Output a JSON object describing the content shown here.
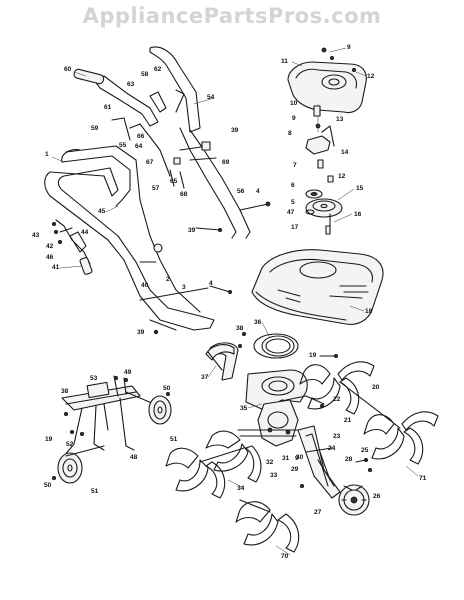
{
  "watermark": "AppliancePartsPros.com",
  "callouts": [
    {
      "id": "c1",
      "label": "1"
    },
    {
      "id": "c2",
      "label": "2"
    },
    {
      "id": "c3",
      "label": "3"
    },
    {
      "id": "c4a",
      "label": "4"
    },
    {
      "id": "c4b",
      "label": "4"
    },
    {
      "id": "c5",
      "label": "5"
    },
    {
      "id": "c6",
      "label": "6"
    },
    {
      "id": "c7",
      "label": "7"
    },
    {
      "id": "c8",
      "label": "8"
    },
    {
      "id": "c9a",
      "label": "9"
    },
    {
      "id": "c9b",
      "label": "9"
    },
    {
      "id": "c9c",
      "label": "9"
    },
    {
      "id": "c10",
      "label": "10"
    },
    {
      "id": "c11",
      "label": "11"
    },
    {
      "id": "c12a",
      "label": "12"
    },
    {
      "id": "c12b",
      "label": "12"
    },
    {
      "id": "c13",
      "label": "13"
    },
    {
      "id": "c14",
      "label": "14"
    },
    {
      "id": "c15",
      "label": "15"
    },
    {
      "id": "c16",
      "label": "16"
    },
    {
      "id": "c17",
      "label": "17"
    },
    {
      "id": "c18",
      "label": "18"
    },
    {
      "id": "c19a",
      "label": "19"
    },
    {
      "id": "c19b",
      "label": "19"
    },
    {
      "id": "c20",
      "label": "20"
    },
    {
      "id": "c21",
      "label": "21"
    },
    {
      "id": "c22",
      "label": "22"
    },
    {
      "id": "c23",
      "label": "23"
    },
    {
      "id": "c24",
      "label": "24"
    },
    {
      "id": "c25",
      "label": "25"
    },
    {
      "id": "c26",
      "label": "26"
    },
    {
      "id": "c27",
      "label": "27"
    },
    {
      "id": "c28",
      "label": "28"
    },
    {
      "id": "c29",
      "label": "29"
    },
    {
      "id": "c30",
      "label": "30"
    },
    {
      "id": "c31",
      "label": "31"
    },
    {
      "id": "c32",
      "label": "32"
    },
    {
      "id": "c33",
      "label": "33"
    },
    {
      "id": "c34",
      "label": "34"
    },
    {
      "id": "c35",
      "label": "35"
    },
    {
      "id": "c36",
      "label": "36"
    },
    {
      "id": "c37",
      "label": "37"
    },
    {
      "id": "c38a",
      "label": "38"
    },
    {
      "id": "c38b",
      "label": "38"
    },
    {
      "id": "c39a",
      "label": "39"
    },
    {
      "id": "c39b",
      "label": "39"
    },
    {
      "id": "c39c",
      "label": "39"
    },
    {
      "id": "c40",
      "label": "40"
    },
    {
      "id": "c41",
      "label": "41"
    },
    {
      "id": "c42",
      "label": "42"
    },
    {
      "id": "c43",
      "label": "43"
    },
    {
      "id": "c44",
      "label": "44"
    },
    {
      "id": "c45",
      "label": "45"
    },
    {
      "id": "c46",
      "label": "46"
    },
    {
      "id": "c47",
      "label": "47"
    },
    {
      "id": "c48",
      "label": "48"
    },
    {
      "id": "c49",
      "label": "49"
    },
    {
      "id": "c50a",
      "label": "50"
    },
    {
      "id": "c50b",
      "label": "50"
    },
    {
      "id": "c51a",
      "label": "51"
    },
    {
      "id": "c51b",
      "label": "51"
    },
    {
      "id": "c52",
      "label": "52"
    },
    {
      "id": "c53",
      "label": "53"
    },
    {
      "id": "c54",
      "label": "54"
    },
    {
      "id": "c55",
      "label": "55"
    },
    {
      "id": "c56",
      "label": "56"
    },
    {
      "id": "c57",
      "label": "57"
    },
    {
      "id": "c58",
      "label": "58"
    },
    {
      "id": "c59",
      "label": "59"
    },
    {
      "id": "c60",
      "label": "60"
    },
    {
      "id": "c61",
      "label": "61"
    },
    {
      "id": "c62",
      "label": "62"
    },
    {
      "id": "c63",
      "label": "63"
    },
    {
      "id": "c64",
      "label": "64"
    },
    {
      "id": "c65",
      "label": "65"
    },
    {
      "id": "c66",
      "label": "66"
    },
    {
      "id": "c67",
      "label": "67"
    },
    {
      "id": "c68",
      "label": "68"
    },
    {
      "id": "c69",
      "label": "69"
    },
    {
      "id": "c70",
      "label": "70"
    },
    {
      "id": "c71",
      "label": "71"
    }
  ]
}
